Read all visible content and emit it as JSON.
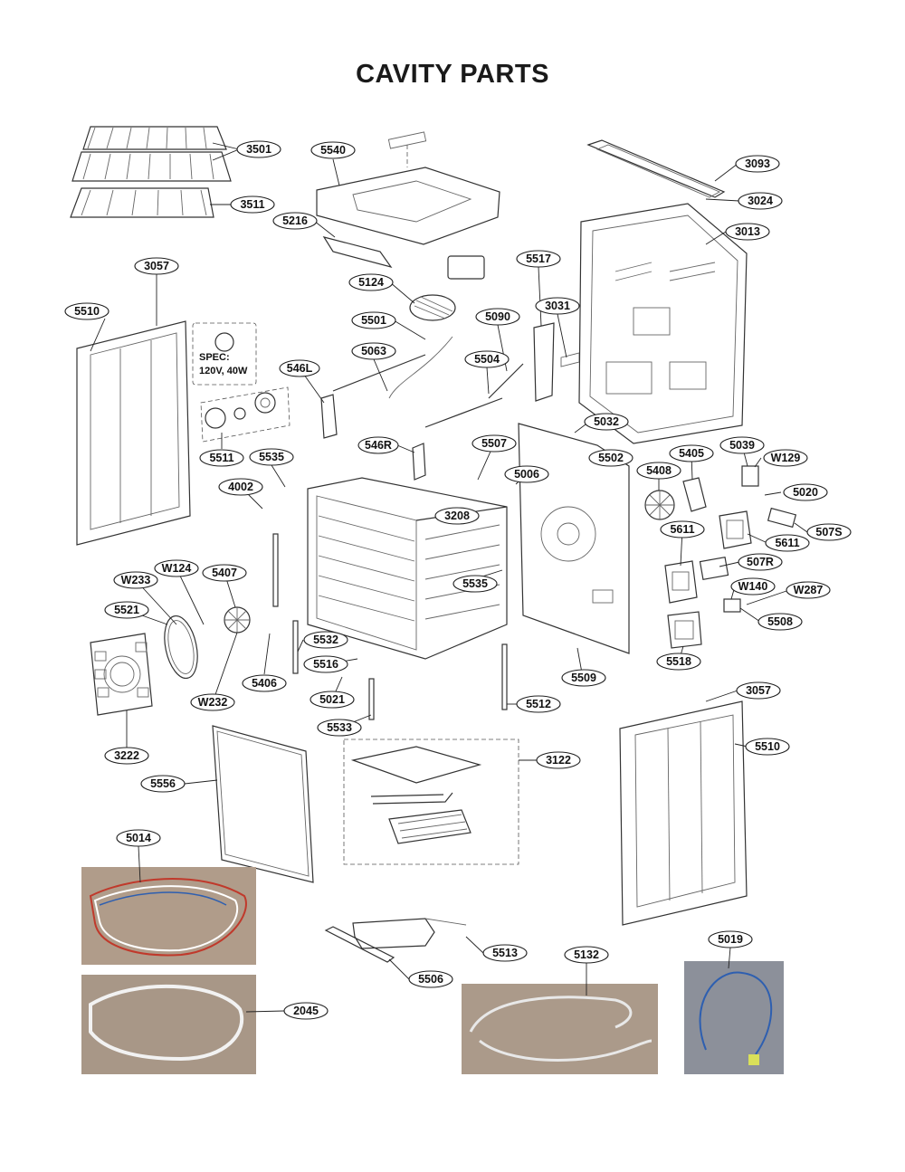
{
  "title": "CAVITY PARTS",
  "spec_box": {
    "line1": "SPEC:",
    "line2": "120V, 40W"
  },
  "callouts": [
    {
      "id": "c3501",
      "label": "3501"
    },
    {
      "id": "c3511",
      "label": "3511"
    },
    {
      "id": "c5540",
      "label": "5540"
    },
    {
      "id": "c5216",
      "label": "5216"
    },
    {
      "id": "c3057a",
      "label": "3057"
    },
    {
      "id": "c5510a",
      "label": "5510"
    },
    {
      "id": "c5124",
      "label": "5124"
    },
    {
      "id": "c5517",
      "label": "5517"
    },
    {
      "id": "c5501",
      "label": "5501"
    },
    {
      "id": "c5090",
      "label": "5090"
    },
    {
      "id": "c3031",
      "label": "3031"
    },
    {
      "id": "c3093",
      "label": "3093"
    },
    {
      "id": "c3024",
      "label": "3024"
    },
    {
      "id": "c3013",
      "label": "3013"
    },
    {
      "id": "c546L",
      "label": "546L"
    },
    {
      "id": "c5063",
      "label": "5063"
    },
    {
      "id": "c5504",
      "label": "5504"
    },
    {
      "id": "c5511",
      "label": "5511"
    },
    {
      "id": "c5535a",
      "label": "5535"
    },
    {
      "id": "c546R",
      "label": "546R"
    },
    {
      "id": "c5032",
      "label": "5032"
    },
    {
      "id": "c5507",
      "label": "5507"
    },
    {
      "id": "c5502",
      "label": "5502"
    },
    {
      "id": "c5405",
      "label": "5405"
    },
    {
      "id": "c5039",
      "label": "5039"
    },
    {
      "id": "cW129",
      "label": "W129"
    },
    {
      "id": "c5006",
      "label": "5006"
    },
    {
      "id": "c5408",
      "label": "5408"
    },
    {
      "id": "c4002",
      "label": "4002"
    },
    {
      "id": "c5020",
      "label": "5020"
    },
    {
      "id": "c3208",
      "label": "3208"
    },
    {
      "id": "c507S",
      "label": "507S"
    },
    {
      "id": "c5611a",
      "label": "5611"
    },
    {
      "id": "c5611b",
      "label": "5611"
    },
    {
      "id": "cW124",
      "label": "W124"
    },
    {
      "id": "c507R",
      "label": "507R"
    },
    {
      "id": "cW233",
      "label": "W233"
    },
    {
      "id": "c5407",
      "label": "5407"
    },
    {
      "id": "c5535b",
      "label": "5535"
    },
    {
      "id": "cW140",
      "label": "W140"
    },
    {
      "id": "cW287",
      "label": "W287"
    },
    {
      "id": "c5521",
      "label": "5521"
    },
    {
      "id": "c5508",
      "label": "5508"
    },
    {
      "id": "c5532",
      "label": "5532"
    },
    {
      "id": "c5518",
      "label": "5518"
    },
    {
      "id": "c5516",
      "label": "5516"
    },
    {
      "id": "c5406",
      "label": "5406"
    },
    {
      "id": "c5509",
      "label": "5509"
    },
    {
      "id": "cW232",
      "label": "W232"
    },
    {
      "id": "c5021",
      "label": "5021"
    },
    {
      "id": "c3057b",
      "label": "3057"
    },
    {
      "id": "c5512",
      "label": "5512"
    },
    {
      "id": "c5533",
      "label": "5533"
    },
    {
      "id": "c3222",
      "label": "3222"
    },
    {
      "id": "c5510b",
      "label": "5510"
    },
    {
      "id": "c3122",
      "label": "3122"
    },
    {
      "id": "c5556",
      "label": "5556"
    },
    {
      "id": "c5014",
      "label": "5014"
    },
    {
      "id": "c5019",
      "label": "5019"
    },
    {
      "id": "c5513",
      "label": "5513"
    },
    {
      "id": "c5132",
      "label": "5132"
    },
    {
      "id": "c5506",
      "label": "5506"
    },
    {
      "id": "c2045",
      "label": "2045"
    }
  ],
  "colors": {
    "line": "#333333",
    "photo_bg": "#a9998a",
    "photo_bg_blue": "#8a8e98",
    "wire_red": "#c0392b",
    "wire_blue": "#2e5fb0",
    "tag_yellow": "#d9e05a"
  }
}
